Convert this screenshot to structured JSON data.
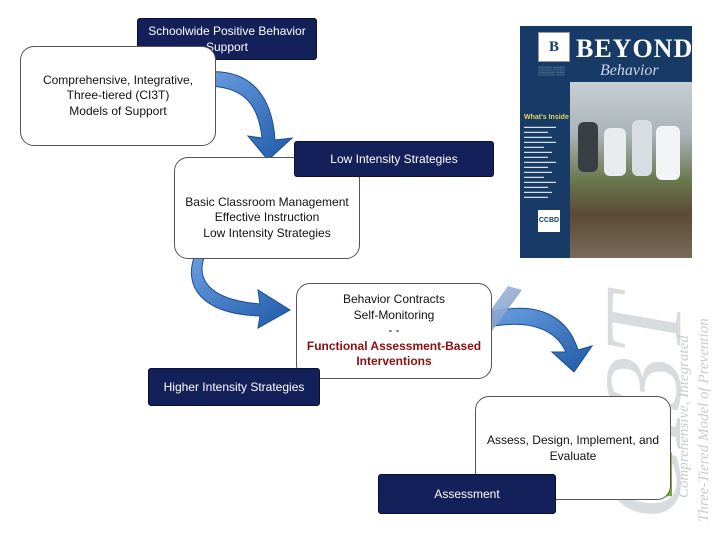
{
  "top_banner": {
    "line1": "Schoolwide Positive Behavior",
    "line2": "Support"
  },
  "box_ci3t": {
    "line1": "Comprehensive, Integrative,",
    "line2": "Three-tiered (CI3T)",
    "line3": "Models of Support"
  },
  "low_banner": "Low Intensity Strategies",
  "box_low": {
    "line1": "Basic Classroom Management",
    "line2": "Effective Instruction",
    "line3": "Low Intensity Strategies"
  },
  "box_high": {
    "line1": "Behavior Contracts",
    "line2": "Self-Monitoring",
    "line3": "- -",
    "line4": "Functional Assessment-Based",
    "line5": "Interventions"
  },
  "high_banner": "Higher Intensity Strategies",
  "box_assess": {
    "line1": "Assess, Design, Implement, and",
    "line2": "Evaluate"
  },
  "assess_banner": "Assessment",
  "book_cover": {
    "title": "BEYOND",
    "subtitle": "Behavior",
    "section": "What's Inside",
    "logo": "CCBD"
  },
  "watermark": {
    "letters": "CI3T",
    "line1": "Comprehensive, Integrated",
    "line2": "Three-Tiered Model of Prevention"
  },
  "colors": {
    "banner": "#14205a",
    "arrow": "#2f6fc4",
    "accent_red": "#8a1010",
    "cover": "#173b66"
  }
}
